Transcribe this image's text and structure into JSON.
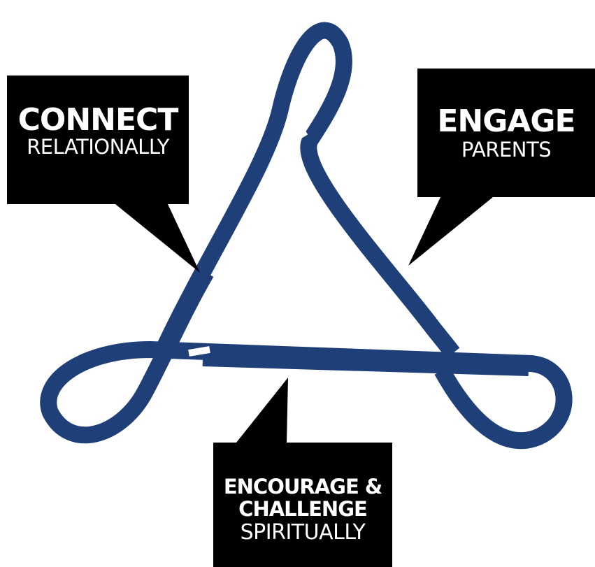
{
  "diagram": {
    "ribbon_color": "#1f3f78",
    "bubble_color": "#000000",
    "bubble_text_color": "#ffffff",
    "top_left": {
      "title": "CONNECT",
      "subtitle": "RELATIONALLY"
    },
    "top_right": {
      "title": "ENGAGE",
      "subtitle": "PARENTS"
    },
    "bottom": {
      "line1": "ENCOURAGE &",
      "line2": "CHALLENGE",
      "line3": "SPIRITUALLY"
    }
  }
}
